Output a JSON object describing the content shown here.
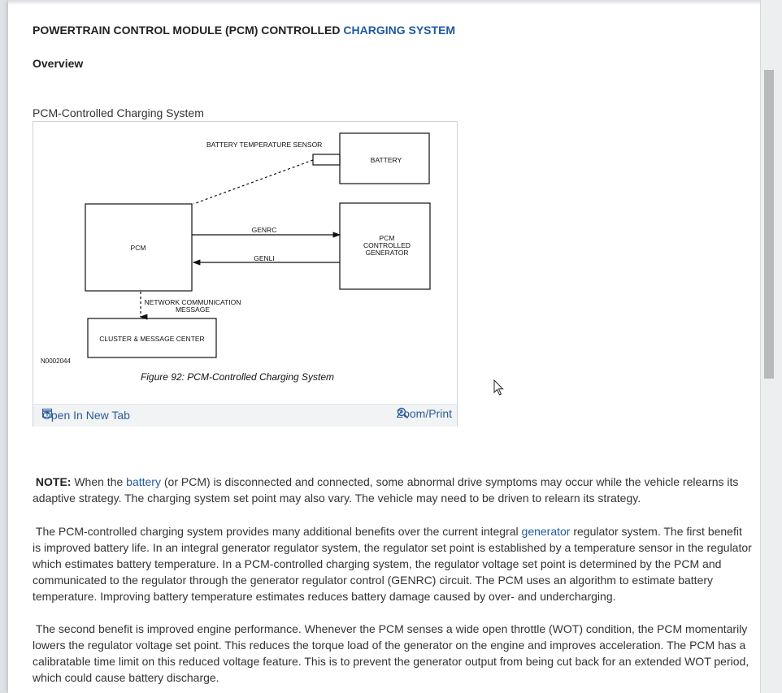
{
  "section": {
    "title_prefix": "POWERTRAIN CONTROL MODULE (PCM) CONTROLLED",
    "title_link": "CHARGING SYSTEM"
  },
  "overview": "Overview",
  "figure": {
    "caption_top": "PCM-Controlled Charging System",
    "labels": {
      "battery_temp_sensor": "BATTERY TEMPERATURE SENSOR",
      "battery": "BATTERY",
      "pcm": "PCM",
      "genrc": "GENRC",
      "genli": "GENLI",
      "gen_line1": "PCM",
      "gen_line2": "CONTROLLED",
      "gen_line3": "GENERATOR",
      "network_line1": "NETWORK COMMUNICATION",
      "network_line2": "MESSAGE",
      "cluster": "CLUSTER & MESSAGE CENTER",
      "code": "N0002044",
      "figure_caption": "Figure 92: PCM-Controlled Charging System"
    },
    "open_new_tab": "Open In New Tab",
    "zoom_print": "Zoom/Print",
    "icons": [
      "open-tab-icon",
      "zoom-icon"
    ]
  },
  "note": {
    "label": "NOTE:",
    "pre": "When the",
    "link": "battery",
    "post": "(or PCM) is disconnected and connected, some abnormal drive symptoms may occur while the vehicle relearns its adaptive strategy. The charging system set point may also vary. The vehicle may need to be driven to relearn its strategy."
  },
  "para1": {
    "pre": "The PCM-controlled charging system provides many additional benefits over the current integral",
    "link": "generator",
    "post": "regulator system. The first benefit is improved battery life. In an integral generator regulator system, the regulator set point is established by a temperature sensor in the regulator which estimates battery temperature. In a PCM-controlled charging system, the regulator voltage set point is determined by the PCM and communicated to the regulator through the generator regulator control (GENRC) circuit. The PCM uses an algorithm to estimate battery temperature. Improving battery temperature estimates reduces battery damage caused by over- and undercharging."
  },
  "para2": "The second benefit is improved engine performance. Whenever the PCM senses a wide open throttle (WOT) condition, the PCM momentarily lowers the regulator voltage set point. This reduces the torque load of the generator on the engine and improves acceleration. The PCM has a calibratable time limit on this reduced voltage feature. This is to prevent the generator output from being cut back for an extended WOT period, which could cause battery discharge.",
  "colors": {
    "link": "#1f5a9e",
    "text": "#333333"
  }
}
